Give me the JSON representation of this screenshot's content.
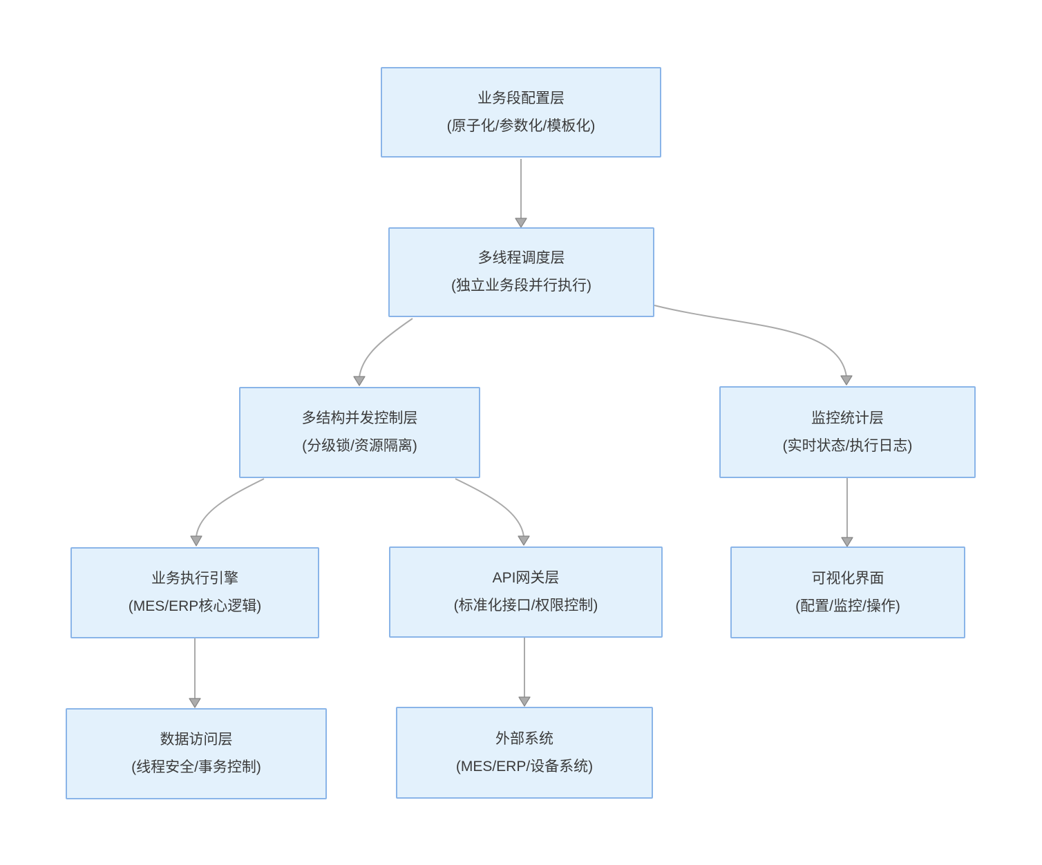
{
  "diagram": {
    "type": "flowchart",
    "direction": "top-down",
    "background_color": "#ffffff",
    "node_fill_color": "#e3f1fc",
    "node_border_color": "#89b4e8",
    "arrow_color": "#a9a9a9",
    "text_color": "#3a3a3a",
    "nodes": [
      {
        "id": "config",
        "title": "业务段配置层",
        "subtitle": "(原子化/参数化/模板化)"
      },
      {
        "id": "scheduler",
        "title": "多线程调度层",
        "subtitle": "(独立业务段并行执行)"
      },
      {
        "id": "concurrency",
        "title": "多结构并发控制层",
        "subtitle": "(分级锁/资源隔离)"
      },
      {
        "id": "monitor",
        "title": "监控统计层",
        "subtitle": "(实时状态/执行日志)"
      },
      {
        "id": "engine",
        "title": "业务执行引擎",
        "subtitle": "(MES/ERP核心逻辑)"
      },
      {
        "id": "gateway",
        "title": "API网关层",
        "subtitle": "(标准化接口/权限控制)"
      },
      {
        "id": "ui",
        "title": "可视化界面",
        "subtitle": "(配置/监控/操作)"
      },
      {
        "id": "dal",
        "title": "数据访问层",
        "subtitle": "(线程安全/事务控制)"
      },
      {
        "id": "external",
        "title": "外部系统",
        "subtitle": "(MES/ERP/设备系统)"
      }
    ],
    "edges": [
      {
        "from": "config",
        "to": "scheduler"
      },
      {
        "from": "scheduler",
        "to": "concurrency"
      },
      {
        "from": "scheduler",
        "to": "monitor"
      },
      {
        "from": "concurrency",
        "to": "engine"
      },
      {
        "from": "concurrency",
        "to": "gateway"
      },
      {
        "from": "monitor",
        "to": "ui"
      },
      {
        "from": "engine",
        "to": "dal"
      },
      {
        "from": "gateway",
        "to": "external"
      }
    ]
  }
}
